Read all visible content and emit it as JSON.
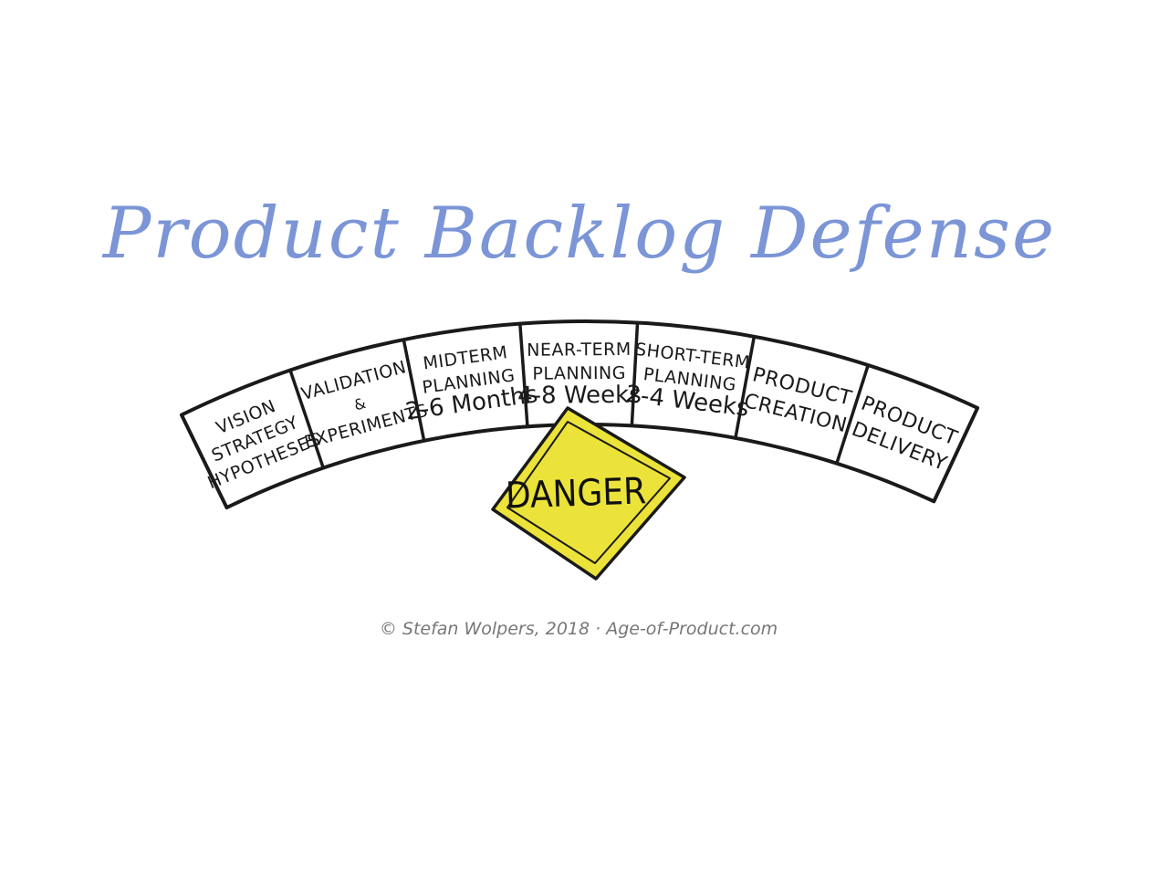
{
  "title": "Product Backlog Defense",
  "colors": {
    "title": "#7b95d6",
    "ink": "#1a1a1a",
    "danger_fill": "#ece33a",
    "credit": "#777777"
  },
  "segments": [
    {
      "lines": [
        "VISION",
        "STRATEGY",
        "HYPOTHESES"
      ]
    },
    {
      "lines": [
        "VALIDATION",
        "&",
        "EXPERIMENTS"
      ]
    },
    {
      "lines": [
        "MIDTERM",
        "PLANNING",
        "2-6 Months"
      ]
    },
    {
      "lines": [
        "NEAR-TERM",
        "PLANNING",
        "4-8 Weeks"
      ]
    },
    {
      "lines": [
        "SHORT-TERM",
        "PLANNING",
        "2-4 Weeks"
      ]
    },
    {
      "lines": [
        "PRODUCT",
        "CREATION"
      ]
    },
    {
      "lines": [
        "PRODUCT",
        "DELIVERY"
      ]
    }
  ],
  "danger_sign": {
    "label": "DANGER",
    "icon": "warning-sign-icon"
  },
  "credit": "© Stefan Wolpers, 2018 · Age-of-Product.com"
}
